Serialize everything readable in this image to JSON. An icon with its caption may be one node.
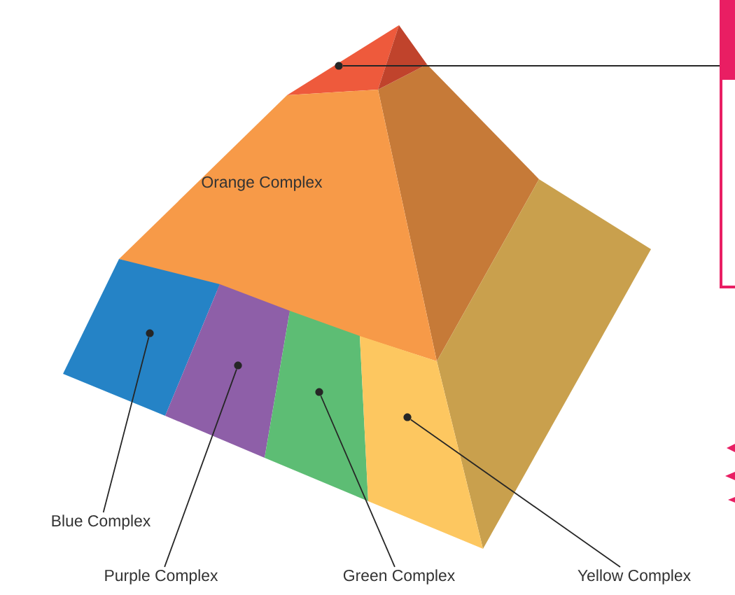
{
  "diagram": {
    "nodes": [
      {
        "text": [],
        "shape": "triangle"
      },
      {
        "text": [
          "Orange Complex"
        ]
      },
      {
        "text": [],
        "shape": "box"
      },
      {
        "text": [],
        "shape": "box"
      },
      {
        "text": [],
        "shape": "box"
      },
      {
        "text": [],
        "shape": "box"
      },
      {
        "text": [],
        "shape": "box"
      },
      {
        "text": [
          "Blue Complex"
        ]
      },
      {
        "text": [
          "Purple Complex"
        ]
      },
      {
        "text": [
          "Green Complex"
        ]
      },
      {
        "text": [
          "Yellow Complex"
        ]
      }
    ],
    "edges": [
      {
        "from": 6,
        "to": 0,
        "arrow": "none"
      },
      {
        "from": 7,
        "to": 2,
        "arrow": "none"
      },
      {
        "from": 8,
        "to": 3,
        "arrow": "none"
      },
      {
        "from": 9,
        "to": 4,
        "arrow": "none"
      },
      {
        "from": 10,
        "to": 5,
        "arrow": "none"
      }
    ]
  }
}
